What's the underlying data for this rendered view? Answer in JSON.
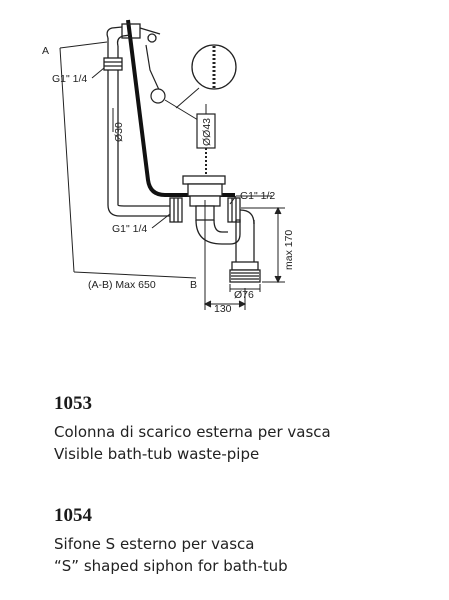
{
  "diagram": {
    "label_a": "A",
    "label_b": "B",
    "thread_upper": "G1\" 1/4",
    "thread_lower": "G1\" 1/4",
    "thread_right": "G1\" 1/2",
    "pipe_diameter": "Ø30",
    "valve_diameter": "ØØ43",
    "height_max": "max 170",
    "outlet_diameter": "Ø76",
    "width_dim": "130",
    "span_label": "(A-B) Max 650"
  },
  "products": [
    {
      "code": "1053",
      "line_it": "Colonna di scarico esterna per vasca",
      "line_en": "Visible bath-tub waste-pipe"
    },
    {
      "code": "1054",
      "line_it": "Sifone S esterno per vasca",
      "line_en": "“S” shaped siphon for bath-tub"
    }
  ]
}
